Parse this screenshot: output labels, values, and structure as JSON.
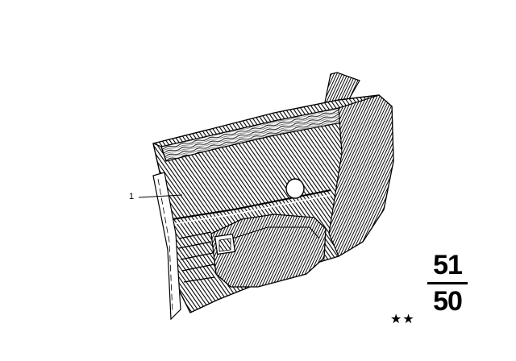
{
  "diagram": {
    "callouts": [
      {
        "label": "1"
      }
    ],
    "group_number_top": "51",
    "group_number_bottom": "50",
    "marker": "★★"
  }
}
